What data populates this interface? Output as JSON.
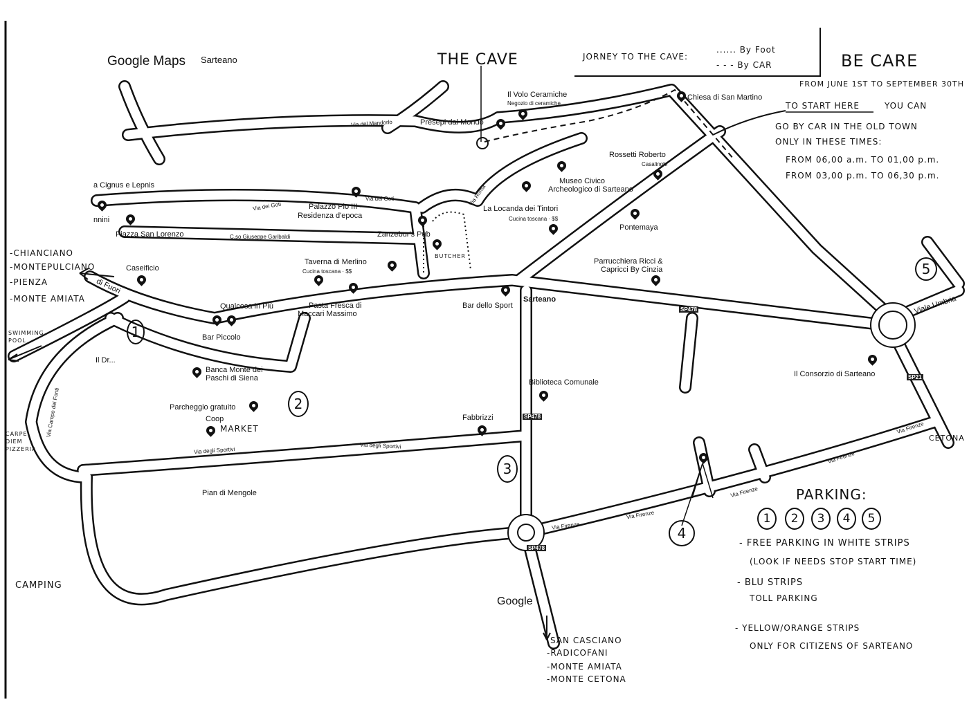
{
  "header": {
    "logo": "Google Maps",
    "town": "Sarteano",
    "footer_logo": "Google"
  },
  "annotations": {
    "the_cave": "THE CAVE",
    "legend_title": "JORNEY TO THE CAVE:",
    "legend_foot": "...... By Foot",
    "legend_car": "- - - By CAR",
    "be_care": "BE CARE",
    "rules": [
      "FROM JUNE 1ST TO SEPTEMBER 30TH",
      "TO START HERE",
      "YOU CAN",
      "GO BY CAR IN THE OLD TOWN",
      "ONLY IN THESE TIMES:",
      "FROM 06,00 a.m. TO 01,00 p.m.",
      "FROM 03,00 p.m. TO 06,30 p.m."
    ],
    "directions_west": [
      "-CHIANCIANO",
      "-MONTEPULCIANO",
      "-PIENZA",
      "-MONTE AMIATA"
    ],
    "swimming_pool": "SWIMMING POOL",
    "carpe_diem": "CARPE DIEM PIZZERIA",
    "camping": "CAMPING",
    "cetona": "CETONA",
    "directions_south": [
      "SAN CASCIANO",
      "-RADICOFANI",
      "-MONTE AMIATA",
      "-MONTE CETONA"
    ],
    "market": "MARKET",
    "butcher": "BUTCHER",
    "parking_title": "PARKING:",
    "parking_numbers": [
      "1",
      "2",
      "3",
      "4",
      "5"
    ],
    "parking_rules": [
      "- FREE PARKING IN WHITE STRIPS",
      "(LOOK IF NEEDS STOP START TIME)",
      "- BLU STRIPS",
      "TOLL PARKING",
      "- YELLOW/ORANGE STRIPS",
      "ONLY FOR CITIZENS OF SARTEANO"
    ]
  },
  "places": {
    "volo": "Il Volo Ceramiche",
    "volo_sub": "Negozio di ceramiche",
    "chiesa": "Chiesa di San Martino",
    "presepi": "Presepi dal Mondo",
    "rossetti": "Rossetti Roberto",
    "rossetti_sub": "Casalinghi",
    "museo1": "Museo Civico",
    "museo2": "Archeologico di Sarteano",
    "cignus": "a Cignus e Lepnis",
    "nnini": "nnini",
    "palazzo1": "Palazzo Pio III -",
    "palazzo2": "Residenza d'epoca",
    "locanda": "La Locanda dei Tintori",
    "locanda_sub": "Cucina toscana · $$",
    "pontemaya": "Pontemaya",
    "piazza": "Piazza San Lorenzo",
    "zanzebur": "Zanzebur's Pub",
    "taverna": "Taverna di Merlino",
    "taverna_sub": "Cucina toscana · $$",
    "caseificio": "Caseificio",
    "parrucchiera1": "Parrucchiera Ricci &",
    "parrucchiera2": "Capricci By Cinzia",
    "qualcosa": "Qualcosa in Più",
    "pasta1": "Pasta Fresca di",
    "pasta2": "Maccari Massimo",
    "bar_sport": "Bar dello Sport",
    "sarteano": "Sarteano",
    "bar_piccolo": "Bar Piccolo",
    "il_dr": "Il Dr...",
    "banca1": "Banca Monte dei",
    "banca2": "Paschi di Siena",
    "parcheggio": "Parcheggio gratuito",
    "coop": "Coop",
    "biblioteca": "Biblioteca Comunale",
    "fabbrizzi": "Fabbrizzi",
    "consorzio": "Il Consorzio di Sarteano",
    "pian": "Pian di Mengole"
  },
  "streets": {
    "mandorlo": "Via del Mandorlo",
    "goti": "Via dei Goti",
    "goti2": "Via dei Goti",
    "garibaldi": "C.so Giuseppe Garibaldi",
    "roma": "Via Roma",
    "fuori": "di Fuori",
    "sportivi": "Via degli Sportivi",
    "sportivi2": "Via degli Sportivi",
    "firenze": "Via Firenze",
    "firenze2": "Via Firenze",
    "firenze3": "Via Firenze",
    "firenze4": "Via Firenze",
    "firenze5": "Via Firenze",
    "umbria": "Viale Umbria",
    "fonti": "Via Campo dei Fonti",
    "sp478a": "SP478",
    "sp478b": "SP478",
    "sp478c": "SP478",
    "sp21": "SP21"
  }
}
